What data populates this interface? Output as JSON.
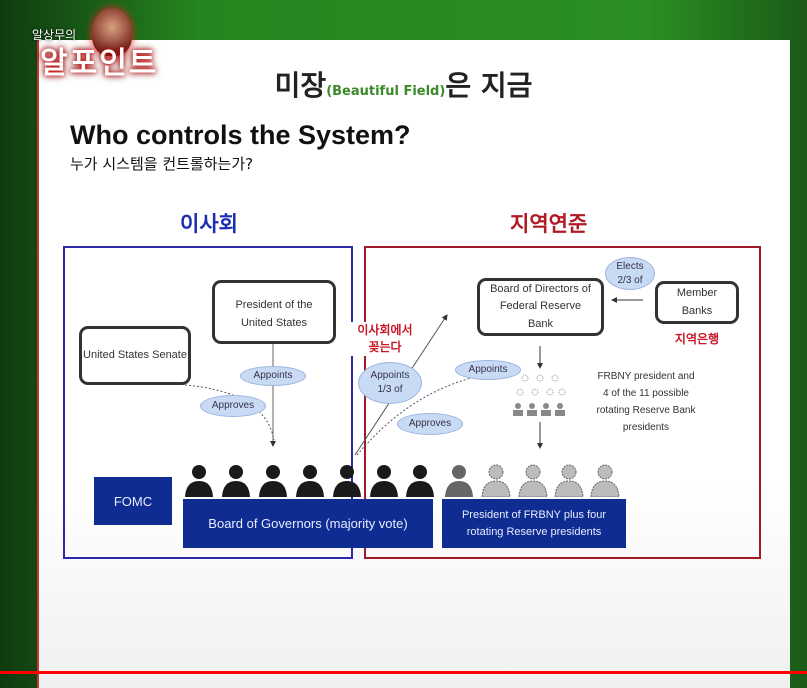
{
  "channel_logo": {
    "small": "알상무의",
    "big": "알포인트"
  },
  "slide": {
    "title_main_prefix": "미장",
    "title_sub": "(Beautiful Field)",
    "title_main_suffix": "은 지금",
    "heading": "Who controls the System?",
    "subheading": "누가 시스템을 컨트롤하는가?",
    "label_board": "이사회",
    "label_regional": "지역연준",
    "senate": "United States Senate",
    "president": "President of the United States",
    "appoints_left": "Appoints",
    "approves_left": "Approves",
    "annotation": "이사회에서 꽂는다",
    "appoints_third": "Appoints 1/3 of",
    "appoints_right": "Appoints",
    "approves_right": "Approves",
    "board_directors": "Board of Directors of Federal Reserve Bank",
    "elects": "Elects 2/3 of",
    "member_banks": "Member Banks",
    "member_banks_kr": "지역은행",
    "frbny_note": "FRBNY president and 4 of the 11 possible rotating Reserve Bank presidents",
    "fomc": "FOMC",
    "board_governors": "Board of Governors (majority vote)",
    "frbny_box": "President of FRBNY plus four rotating Reserve presidents"
  },
  "colors": {
    "blue": "#2a2aa8",
    "red": "#a01a2a",
    "navy": "#0f2c92"
  }
}
